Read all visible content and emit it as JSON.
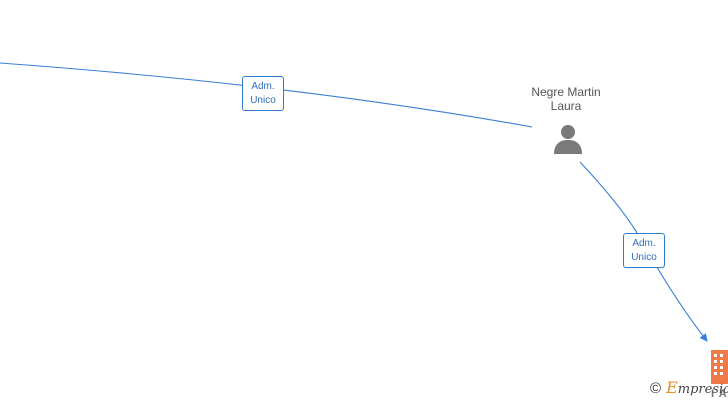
{
  "nodes": {
    "person": {
      "name_line1": "Negre Martin",
      "name_line2": "Laura",
      "icon": "person-icon"
    },
    "company": {
      "label_fragment": "I A",
      "icon": "building-icon"
    }
  },
  "edges": [
    {
      "role_line1": "Adm.",
      "role_line2": "Unico"
    },
    {
      "role_line1": "Adm.",
      "role_line2": "Unico"
    }
  ],
  "watermark": {
    "copyright": "©",
    "brand_initial": "E",
    "brand_rest": "mpresia"
  },
  "colors": {
    "edge": "#3a7fd5",
    "person": "#7a7a7a",
    "company": "#f07a45"
  }
}
